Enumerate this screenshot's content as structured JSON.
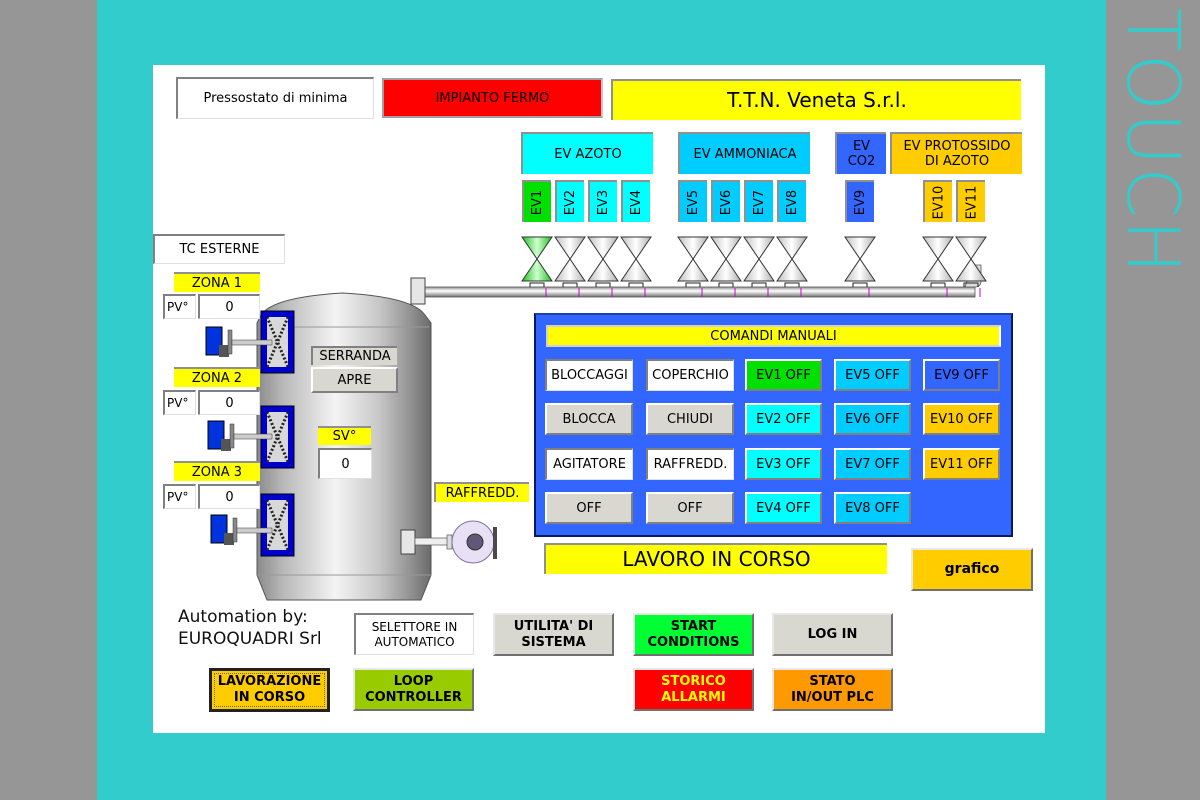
{
  "side_label": "TOUCH",
  "header": {
    "pressostato": "Pressostato di minima",
    "plant_status": "IMPIANTO FERMO",
    "company": "T.T.N. Veneta S.r.l."
  },
  "valve_groups": [
    {
      "label": "EV AZOTO",
      "color": "#00ffff"
    },
    {
      "label": "EV AMMONIACA",
      "color": "#00ccff"
    },
    {
      "label": "EV CO2",
      "color": "#3366ff"
    },
    {
      "label": "EV PROTOSSIDO DI AZOTO",
      "color": "#ffcc00"
    }
  ],
  "valves": [
    {
      "label": "EV1",
      "state": "open",
      "color": "#00e000"
    },
    {
      "label": "EV2",
      "state": "closed",
      "color": "#00ffff"
    },
    {
      "label": "EV3",
      "state": "closed",
      "color": "#00ffff"
    },
    {
      "label": "EV4",
      "state": "closed",
      "color": "#00ffff"
    },
    {
      "label": "EV5",
      "state": "closed",
      "color": "#00ccff"
    },
    {
      "label": "EV6",
      "state": "closed",
      "color": "#00ccff"
    },
    {
      "label": "EV7",
      "state": "closed",
      "color": "#00ccff"
    },
    {
      "label": "EV8",
      "state": "closed",
      "color": "#00ccff"
    },
    {
      "label": "EV9",
      "state": "closed",
      "color": "#3366ff"
    },
    {
      "label": "EV10",
      "state": "closed",
      "color": "#ffcc00"
    },
    {
      "label": "EV11",
      "state": "closed",
      "color": "#ffcc00"
    }
  ],
  "tc_esterne": {
    "title": "TC ESTERNE",
    "pv_label": "PV°",
    "zones": [
      {
        "label": "ZONA 1",
        "pv": "0"
      },
      {
        "label": "ZONA 2",
        "pv": "0"
      },
      {
        "label": "ZONA 3",
        "pv": "0"
      }
    ]
  },
  "tank": {
    "serranda_label": "SERRANDA",
    "serranda_state": "APRE",
    "sv_label": "SV°",
    "sv_value": "0",
    "cooling_label": "RAFFREDD."
  },
  "manual_controls": {
    "title": "COMANDI MANUALI",
    "bloccaggi": {
      "label": "BLOCCAGGI",
      "state": "BLOCCA"
    },
    "coperchio": {
      "label": "COPERCHIO",
      "state": "CHIUDI"
    },
    "agitatore": {
      "label": "AGITATORE",
      "state": "OFF"
    },
    "raffredd": {
      "label": "RAFFREDD.",
      "state": "OFF"
    },
    "ev_buttons": [
      {
        "label": "EV1 OFF",
        "color": "#00e000"
      },
      {
        "label": "EV2 OFF",
        "color": "#00ffff"
      },
      {
        "label": "EV3 OFF",
        "color": "#00ffff"
      },
      {
        "label": "EV4 OFF",
        "color": "#00ffff"
      },
      {
        "label": "EV5 OFF",
        "color": "#00ccff"
      },
      {
        "label": "EV6 OFF",
        "color": "#00ccff"
      },
      {
        "label": "EV7 OFF",
        "color": "#00ccff"
      },
      {
        "label": "EV8 OFF",
        "color": "#00ccff"
      },
      {
        "label": "EV9 OFF",
        "color": "#3366ff"
      },
      {
        "label": "EV10 OFF",
        "color": "#ffcc00"
      },
      {
        "label": "EV11 OFF",
        "color": "#ffcc00"
      }
    ]
  },
  "work_status": "LAVORO IN CORSO",
  "grafico_label": "grafico",
  "footer": {
    "automation_by": "Automation by:",
    "vendor": "EUROQUADRI Srl",
    "selector": "SELETTORE IN AUTOMATICO",
    "buttons": {
      "utilita": "UTILITA' DI SISTEMA",
      "start_conditions": "START CONDITIONS",
      "log_in": "LOG IN",
      "lavorazione": "LAVORAZIONE IN CORSO",
      "loop_controller": "LOOP CONTROLLER",
      "storico_allarmi": "STORICO ALLARMI",
      "stato_io": "STATO IN/OUT PLC"
    }
  },
  "colors": {
    "frame": "#33cccc",
    "background": "#969696",
    "alarm_red": "#ff0000",
    "status_yellow": "#ffff00",
    "panel_blue": "#3366ff",
    "amber": "#ffcc00"
  }
}
